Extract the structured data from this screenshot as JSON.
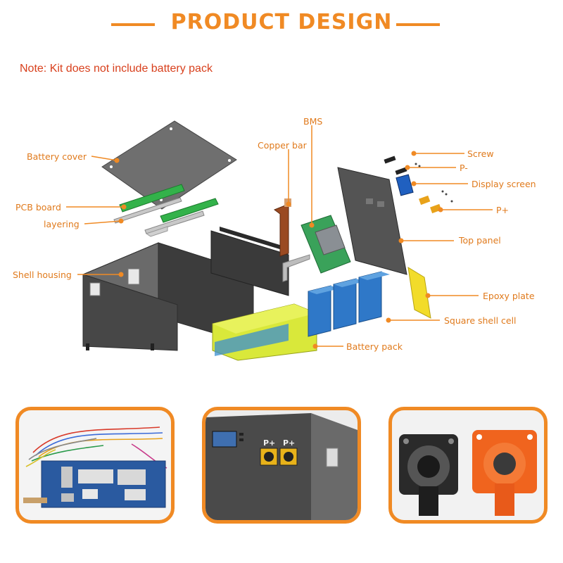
{
  "header": {
    "title": "PRODUCT DESIGN",
    "note": "Note: Kit does not include battery pack"
  },
  "colors": {
    "accent": "#f08a24",
    "title": "#f08a24",
    "note": "#d8401d"
  },
  "labels": {
    "battery_cover": "Battery cover",
    "pcb_board": "PCB board",
    "layering": "layering",
    "shell_housing": "Shell housing",
    "copper_bar": "Copper bar",
    "bms": "BMS",
    "screw": "Screw",
    "p_minus": "P-",
    "display_screen": "Display screen",
    "p_plus": "P+",
    "top_panel": "Top panel",
    "epoxy_plate": "Epoxy plate",
    "square_shell_cell": "Square shell cell",
    "battery_pack": "Battery pack"
  },
  "photos": {
    "panel_terminal_1": "P+",
    "panel_terminal_2": "P+"
  }
}
